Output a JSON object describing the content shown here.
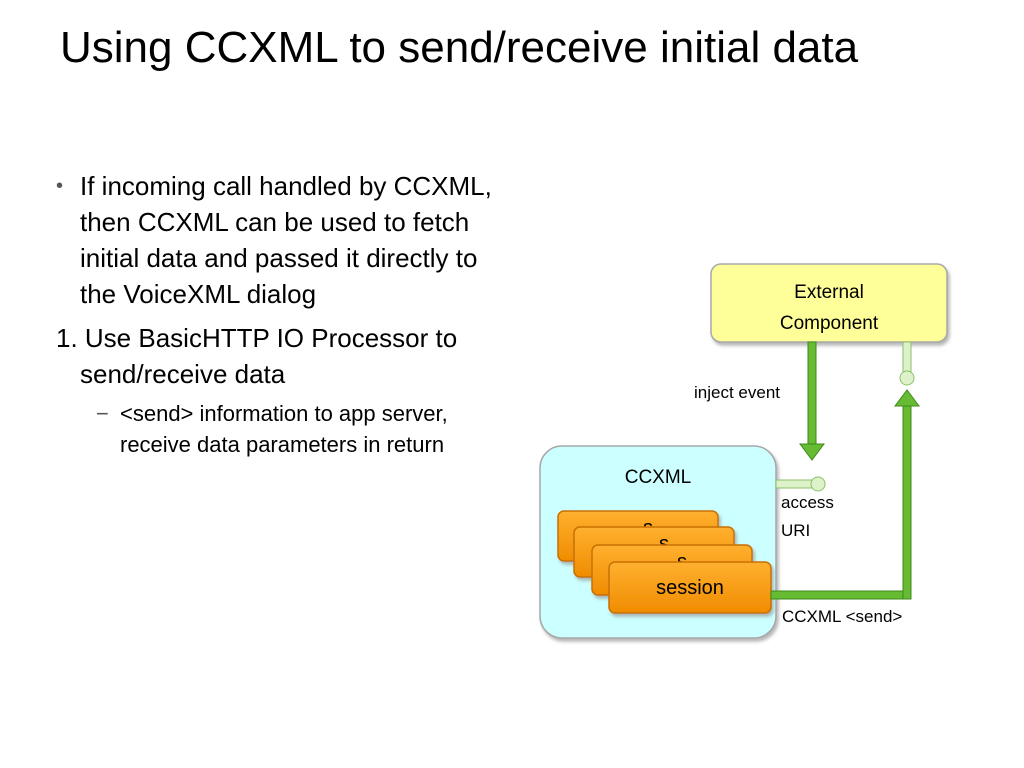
{
  "slide": {
    "title": "Using CCXML to send/receive initial data",
    "bullet_intro": "If incoming call handled by CCXML, then CCXML can be used to fetch initial data and passed it directly to the VoiceXML dialog",
    "numbered_item": "1. Use BasicHTTP IO Processor to send/receive data",
    "sub_bullet": "<send> information to app server, receive data parameters in return",
    "dash": "−",
    "bullet_symbol": "•"
  },
  "diagram": {
    "external_component_line1": "External",
    "external_component_line2": "Component",
    "inject_event_label": "inject event",
    "ccxml_box_label": "CCXML",
    "access_uri_line1": "access",
    "access_uri_line2": "URI",
    "session_label": "session",
    "session_partial_1": "s",
    "session_partial_2": "s",
    "session_partial_3": "s",
    "ccxml_send_label": "CCXML <send>",
    "colors": {
      "external_fill": "#ffff99",
      "ccxml_fill": "#ccffff",
      "session_fill": "#ff9900",
      "arrow_green": "#66bb33",
      "connector_light": "#ddf2c8"
    }
  }
}
